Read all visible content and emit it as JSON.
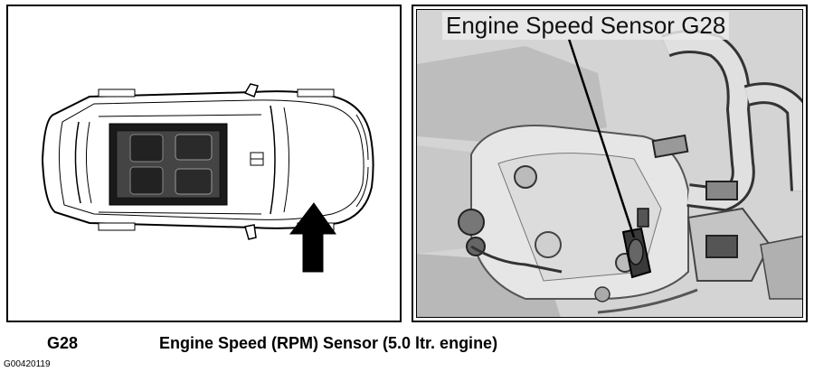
{
  "callout": {
    "label": "Engine Speed Sensor G28"
  },
  "caption": {
    "code": "G28",
    "text": "Engine Speed (RPM) Sensor (5.0 ltr. engine)"
  },
  "figure_id": "G00420119",
  "icons": {
    "arrow": "arrow-up-icon",
    "vehicle": "car-topview-icon"
  },
  "colors": {
    "outline": "#000000",
    "photo_bg": "#d9d9d9"
  }
}
